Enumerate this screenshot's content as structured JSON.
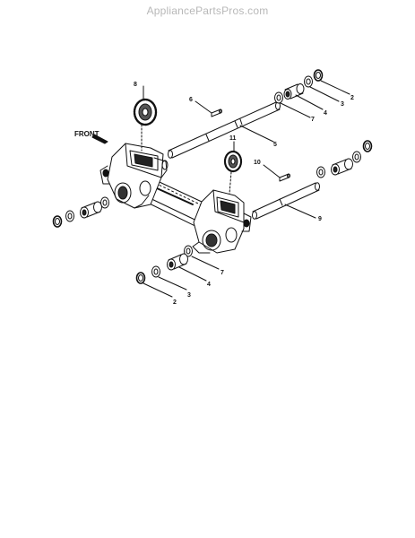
{
  "watermark": "AppliancePartsPros.com",
  "front_label": "FRONT",
  "callouts": {
    "c8": "8",
    "c6": "6",
    "c5": "5",
    "c2a": "2",
    "c3a": "3",
    "c4a": "4",
    "c7a": "7",
    "c11": "11",
    "c10": "10",
    "c9": "9",
    "c7b": "7",
    "c4b": "4",
    "c3b": "3",
    "c2b": "2"
  }
}
